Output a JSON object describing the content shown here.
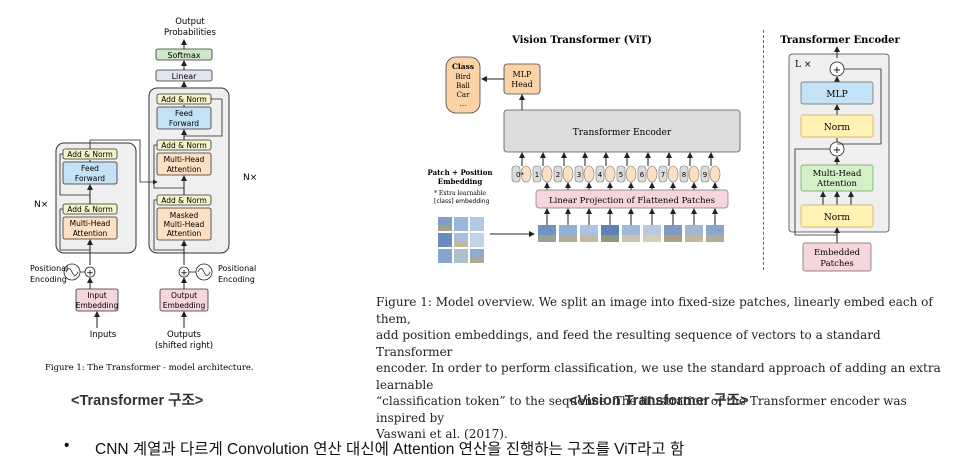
{
  "transformer": {
    "output_title_1": "Output",
    "output_title_2": "Probabilities",
    "softmax": "Softmax",
    "linear": "Linear",
    "add_norm": "Add & Norm",
    "feed_forward_1": "Feed",
    "feed_forward_2": "Forward",
    "mha_1": "Multi-Head",
    "mha_2": "Attention",
    "masked_1": "Masked",
    "masked_2": "Multi-Head",
    "masked_3": "Attention",
    "nx_left": "N×",
    "nx_right": "N×",
    "pos_enc_left_1": "Positional",
    "pos_enc_left_2": "Encoding",
    "pos_enc_right_1": "Positional",
    "pos_enc_right_2": "Encoding",
    "input_emb_1": "Input",
    "input_emb_2": "Embedding",
    "output_emb_1": "Output",
    "output_emb_2": "Embedding",
    "inputs": "Inputs",
    "outputs_1": "Outputs",
    "outputs_2": "(shifted right)",
    "caption": "Figure 1: The Transformer - model architecture."
  },
  "vit": {
    "title": "Vision Transformer (ViT)",
    "class_title": "Class",
    "classes": [
      "Bird",
      "Ball",
      "Car",
      "..."
    ],
    "mlp_head_1": "MLP",
    "mlp_head_2": "Head",
    "encoder": "Transformer Encoder",
    "patch_pos_1": "Patch + Position",
    "patch_pos_2": "Embedding",
    "extra_1": "* Extra learnable",
    "extra_2": "[class] embedding",
    "tokens": [
      "0*",
      "1",
      "2",
      "3",
      "4",
      "5",
      "6",
      "7",
      "8",
      "9"
    ],
    "linear_projection": "Linear Projection of Flattened Patches",
    "caption_lines": [
      "Figure 1: Model overview. We split an image into fixed-size patches, linearly embed each of them,",
      "add position embeddings, and feed the resulting sequence of vectors to a standard Transformer",
      "encoder. In order to perform classification, we use the standard approach of adding an extra learnable",
      "“classification token” to the sequence. The illustration of the Transformer encoder was inspired by",
      "Vaswani et al. (2017)."
    ]
  },
  "encoder_block": {
    "title": "Transformer Encoder",
    "lx": "L ×",
    "mlp": "MLP",
    "norm_top": "Norm",
    "mha_1": "Multi-Head",
    "mha_2": "Attention",
    "norm_bottom": "Norm",
    "embedded_1": "Embedded",
    "embedded_2": "Patches",
    "plus": "+"
  },
  "labels": {
    "transformer_label": "<Transformer 구조>",
    "vit_label": "<Vision Transformer 구조>"
  },
  "bullet": {
    "marker": "•",
    "text": "CNN 계열과 다르게 Convolution 연산 대신에 Attention 연산을 진행하는 구조를 ViT라고 함"
  },
  "colors": {
    "add_norm": "#f3f5c9",
    "feed_forward": "#c3e2f5",
    "attention": "#fde0c1",
    "embedding": "#f6d6dc",
    "softmax": "#cfe8c9",
    "linear": "#e3e4f2",
    "block_bg": "#efefef",
    "mlp_head": "#fcd3a7",
    "vit_encoder": "#dcdcdc",
    "norm": "#fff2b3",
    "mha_green": "#d3f0c9"
  }
}
